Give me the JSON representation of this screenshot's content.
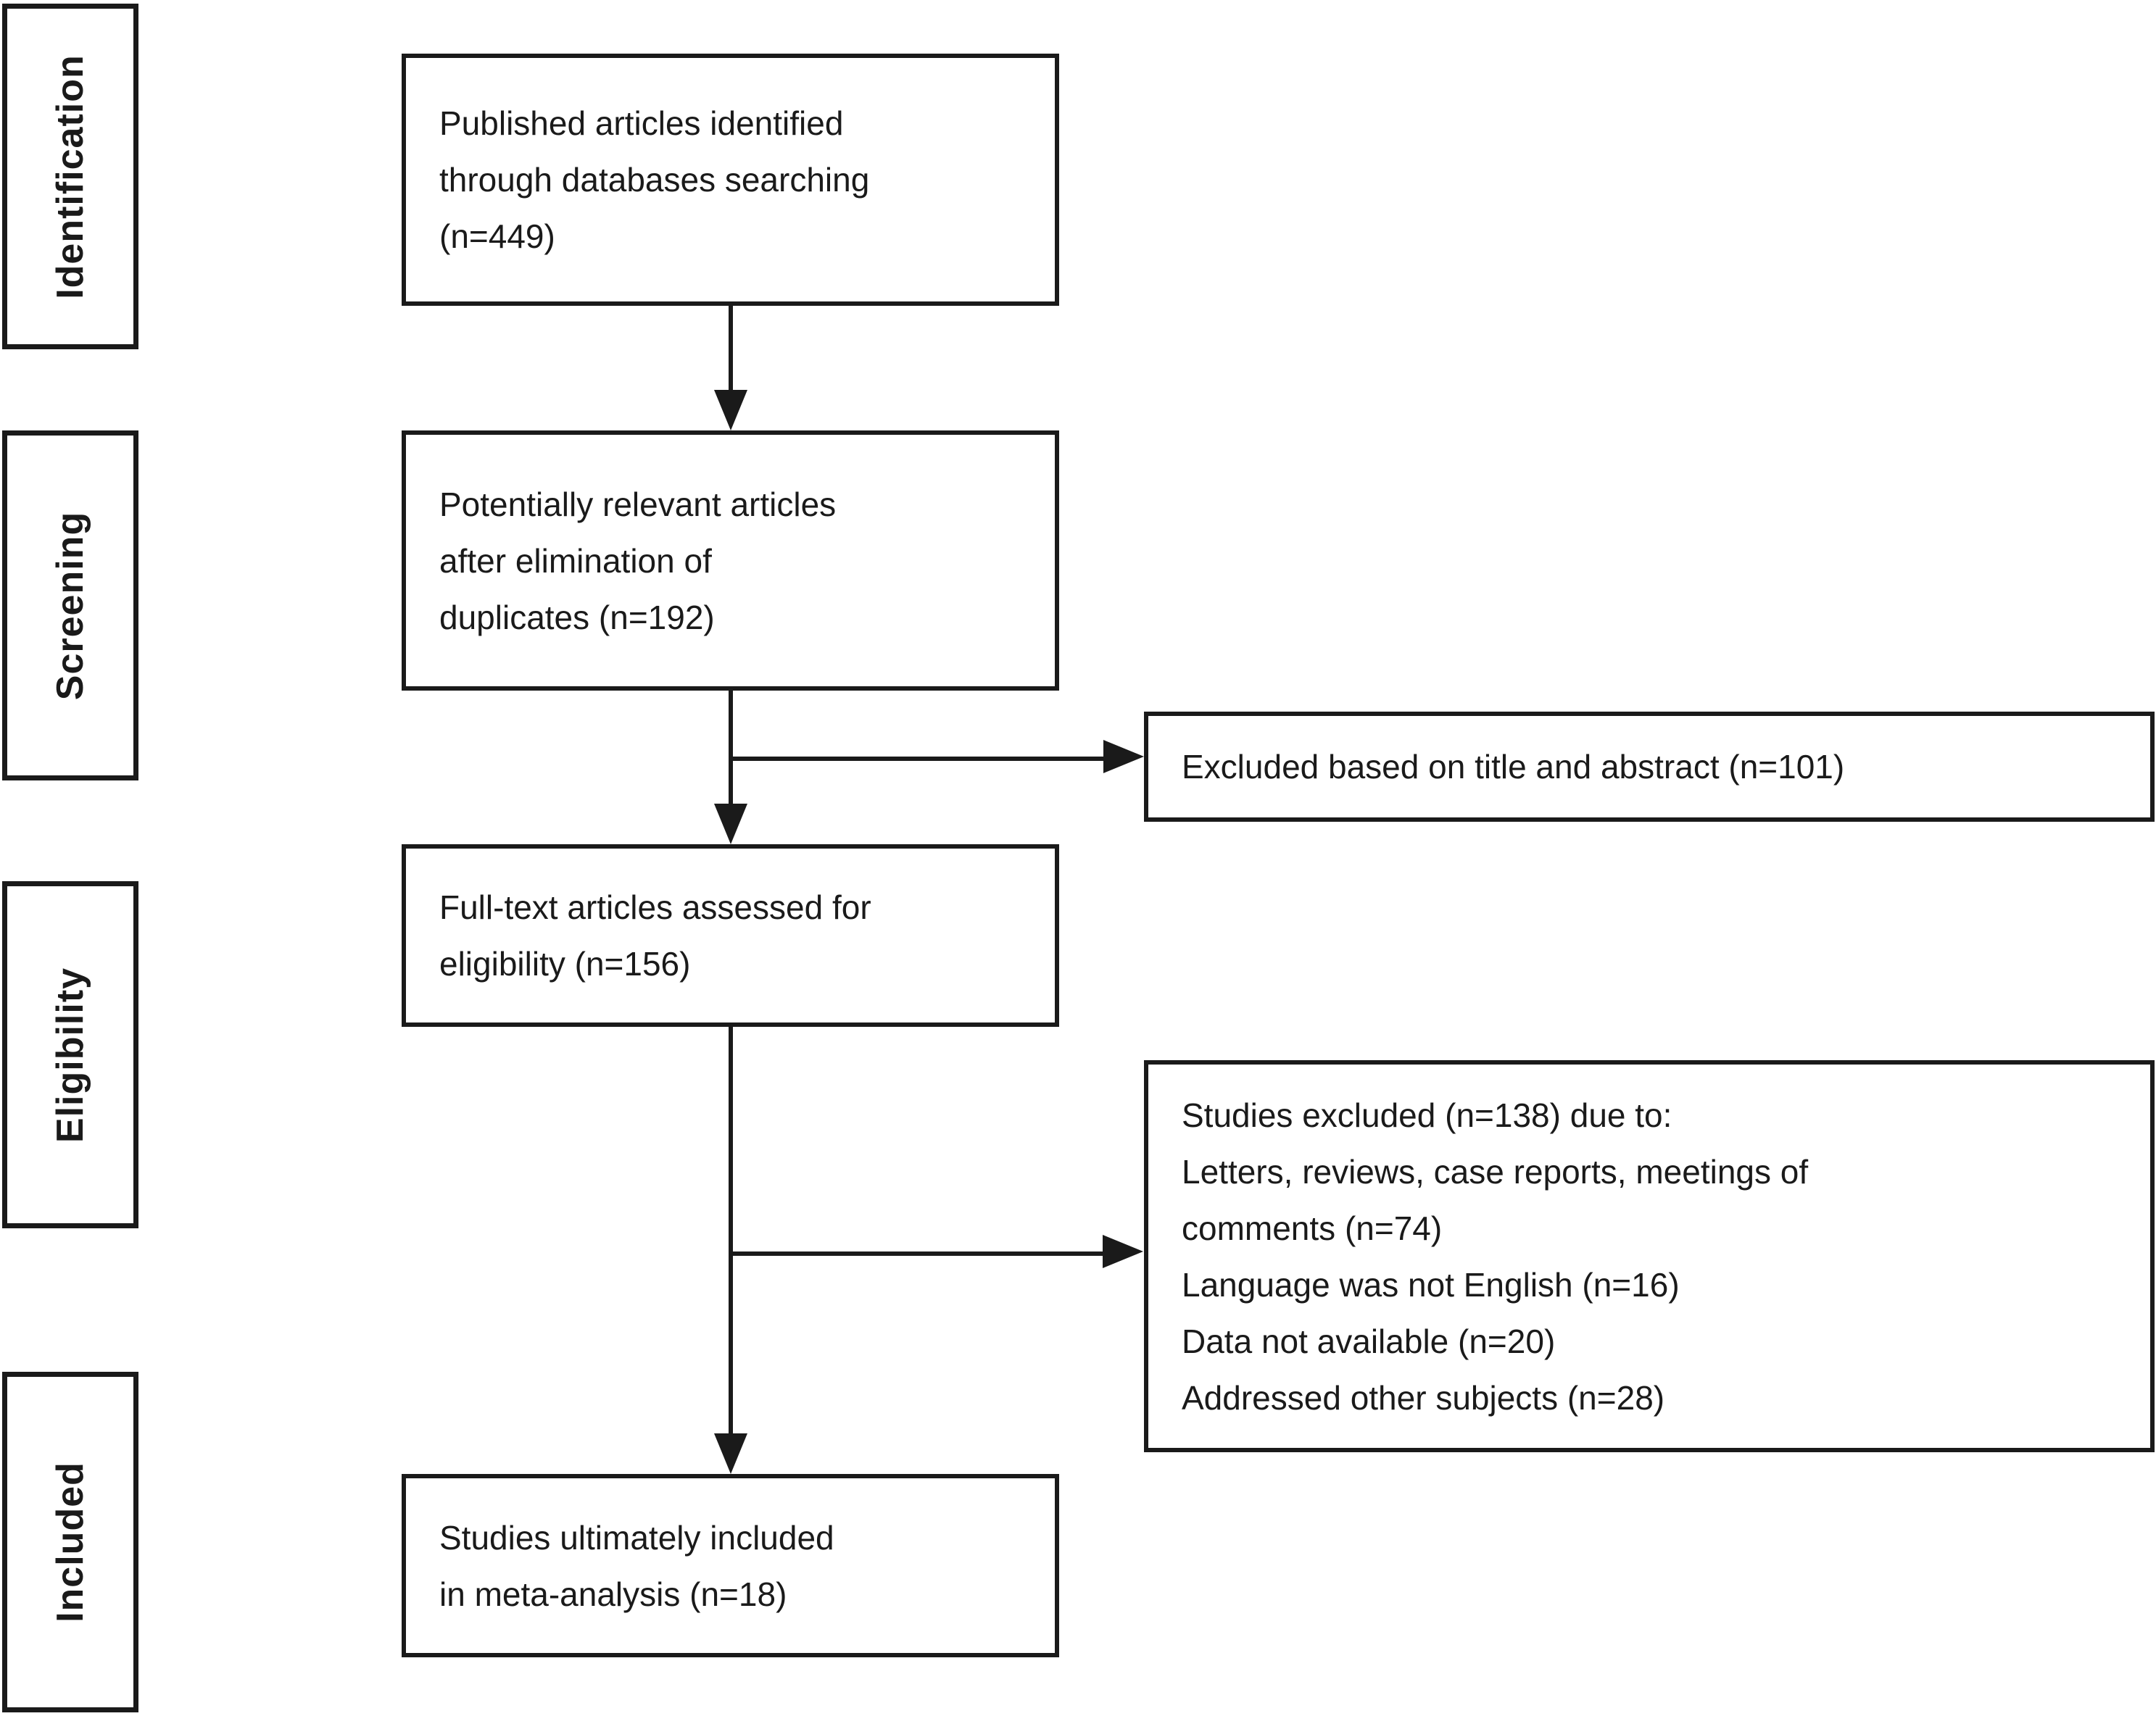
{
  "stages": {
    "identification": "Identification",
    "screening": "Screening",
    "eligibility": "Eligibility",
    "included": "Included"
  },
  "boxes": {
    "identified": "Published articles identified\nthrough databases searching\n(n=449)",
    "deduplicated": "Potentially relevant articles\nafter elimination of\nduplicates (n=192)",
    "excluded_title_abstract": "Excluded based on title and abstract (n=101)",
    "fulltext_assessed": "Full-text articles assessed for\neligibility (n=156)",
    "excluded_fulltext": "Studies excluded (n=138) due to:\nLetters, reviews, case reports, meetings of\ncomments (n=74)\nLanguage was not English (n=16)\nData not available (n=20)\nAddressed other subjects (n=28)",
    "included_meta": "Studies ultimately included\nin meta-analysis (n=18)"
  },
  "counts": {
    "identified": 449,
    "after_duplicate_removal": 192,
    "excluded_title_abstract": 101,
    "fulltext_assessed": 156,
    "excluded_fulltext_total": 138,
    "letters_reviews_case_reports_meetings_comments": 74,
    "language_not_english": 16,
    "data_not_available": 20,
    "addressed_other_subjects": 28,
    "included_meta_analysis": 18
  },
  "colors": {
    "ink": "#1a1a1a",
    "background": "#ffffff"
  }
}
